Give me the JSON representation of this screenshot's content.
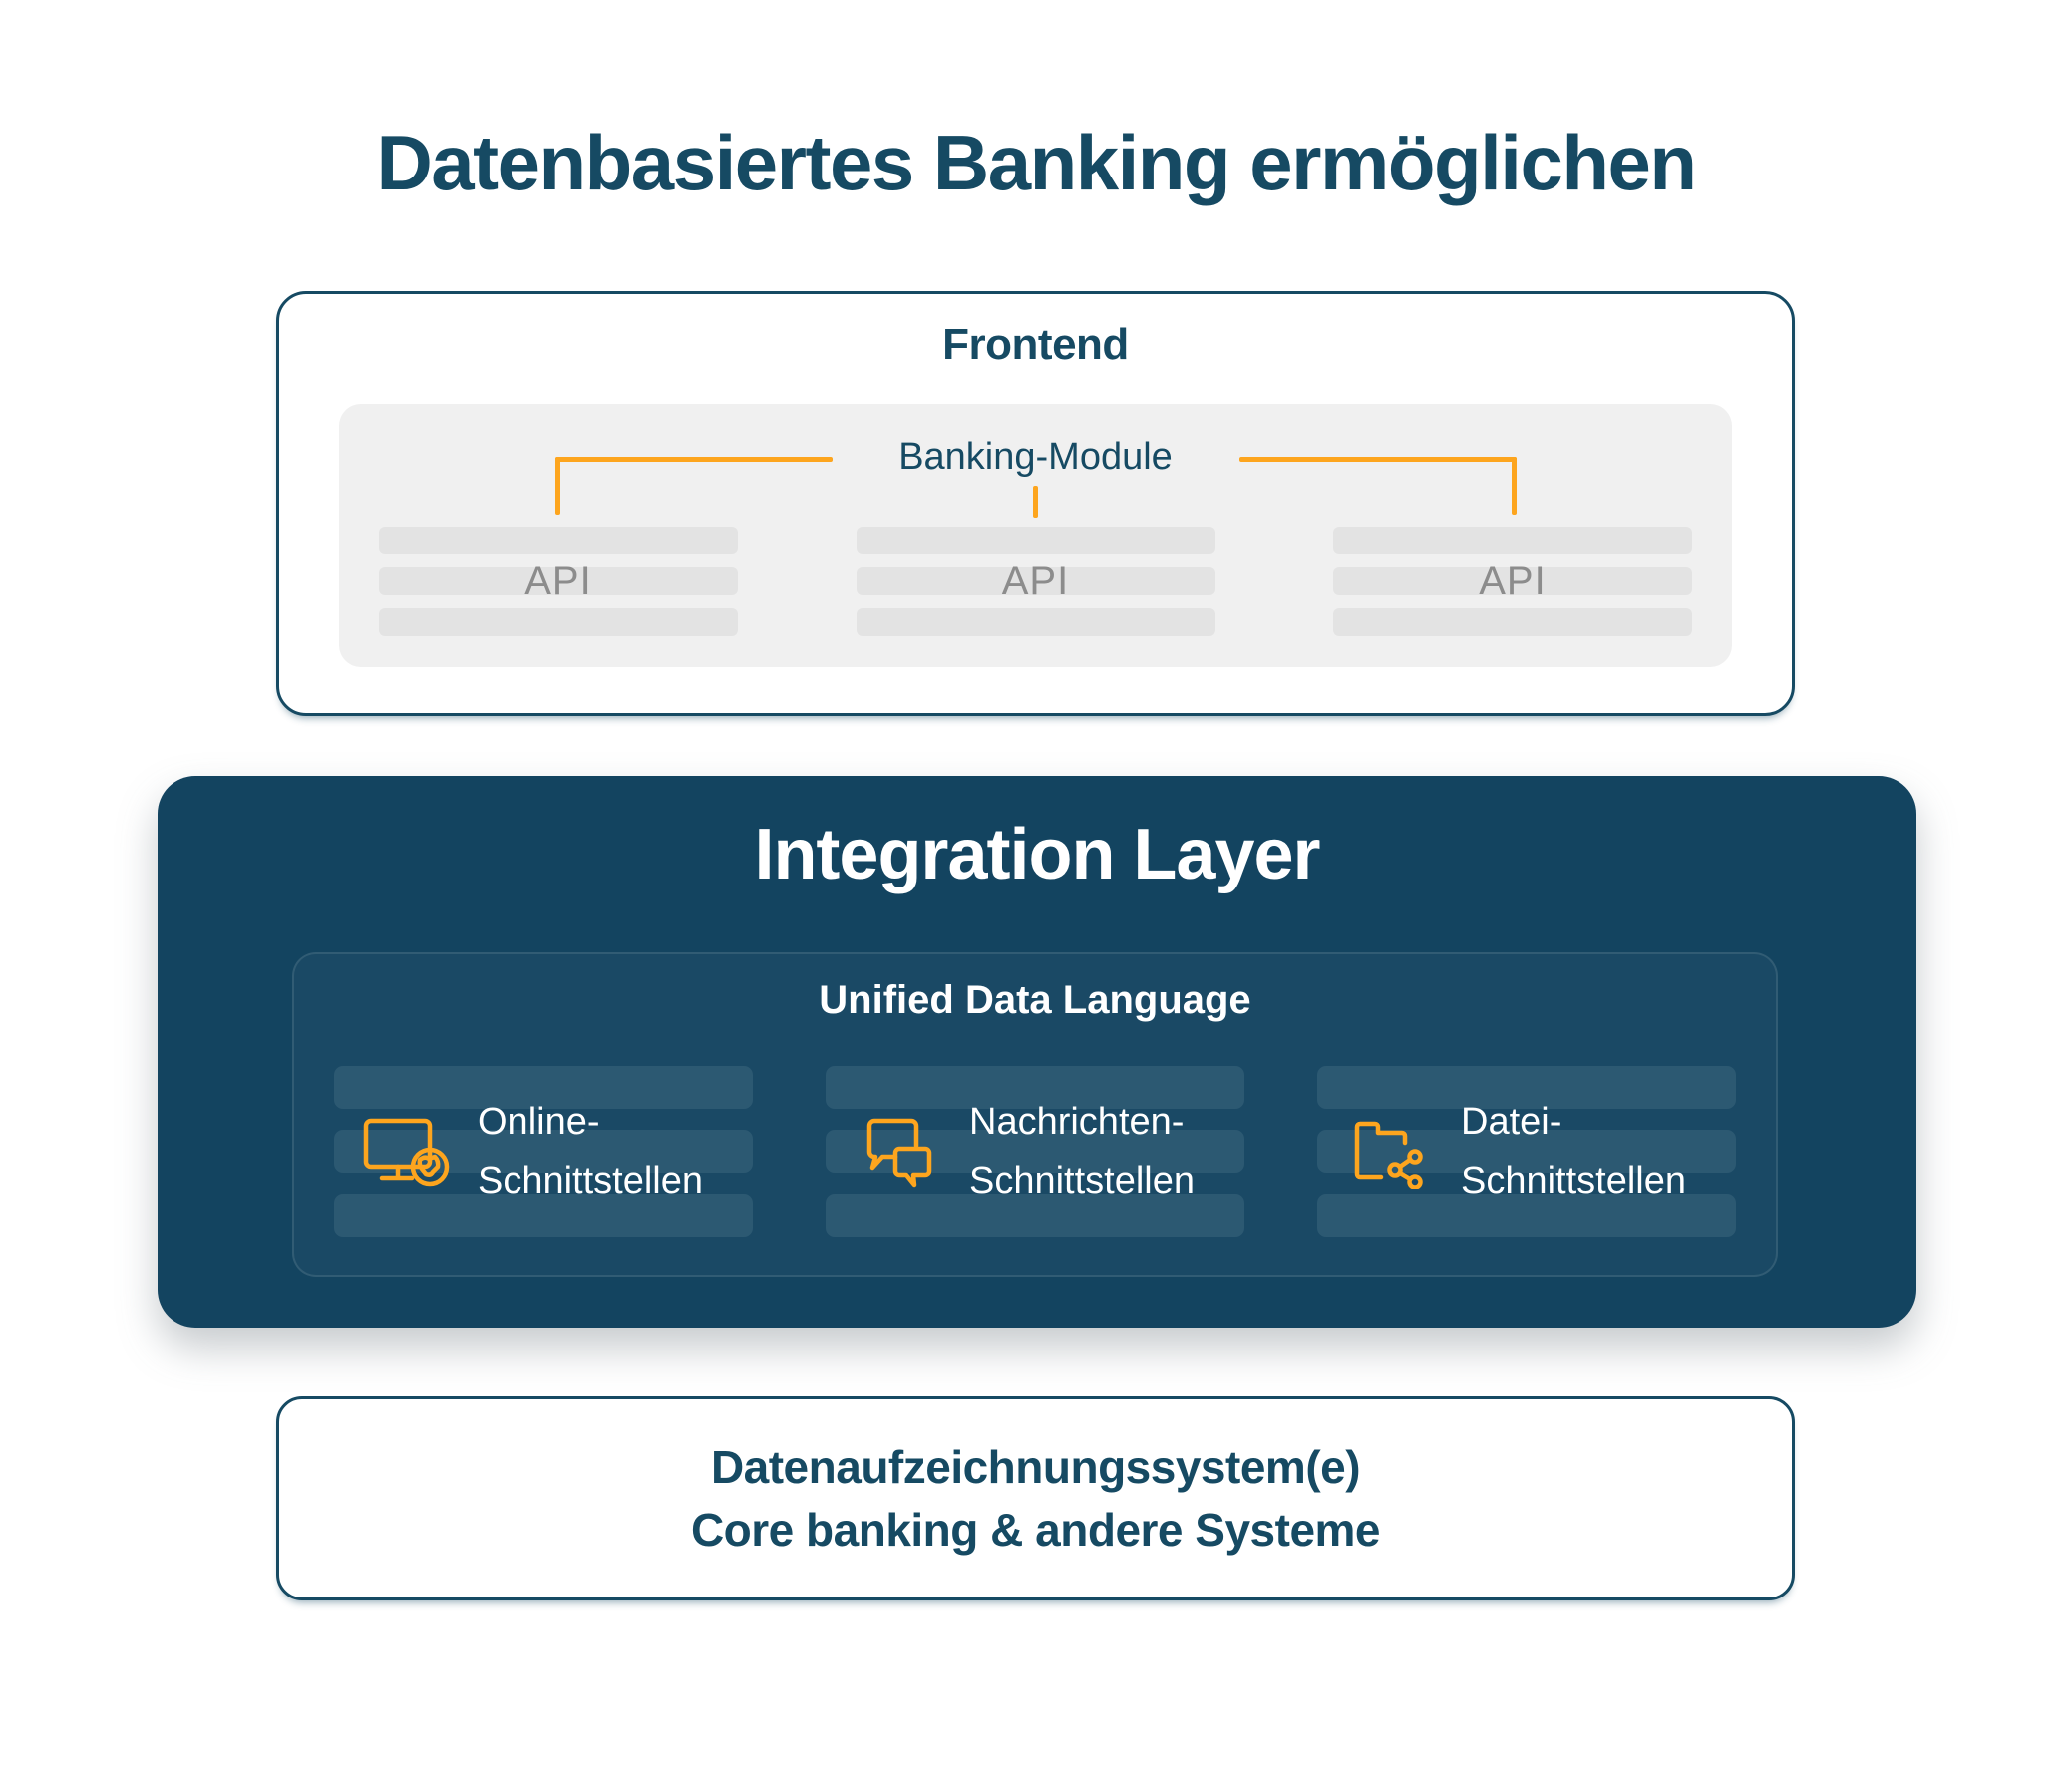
{
  "title": "Datenbasiertes Banking ermöglichen",
  "frontend": {
    "label": "Frontend",
    "module_label": "Banking-Module",
    "api_label": "API"
  },
  "integration": {
    "title": "Integration Layer",
    "subtitle": "Unified Data Language",
    "items": [
      {
        "icon": "monitor-globe-icon",
        "line1": "Online-",
        "line2": "Schnittstellen"
      },
      {
        "icon": "chat-bubbles-icon",
        "line1": "Nachrichten-",
        "line2": "Schnittstellen"
      },
      {
        "icon": "folder-share-icon",
        "line1": "Datei-",
        "line2": "Schnittstellen"
      }
    ]
  },
  "backend": {
    "line1": "Datenaufzeichnungssystem(e)",
    "line2": "Core banking & andere Systeme"
  },
  "colors": {
    "dark_blue_bg": "#134460",
    "heading_blue": "#164A63",
    "accent_orange": "#FDA51E",
    "panel_gray": "#F0F0F0",
    "bar_gray": "#E3E3E3",
    "api_text_gray": "#8C8C8C",
    "bar_blue": "#2C5972",
    "white": "#FFFFFF"
  }
}
